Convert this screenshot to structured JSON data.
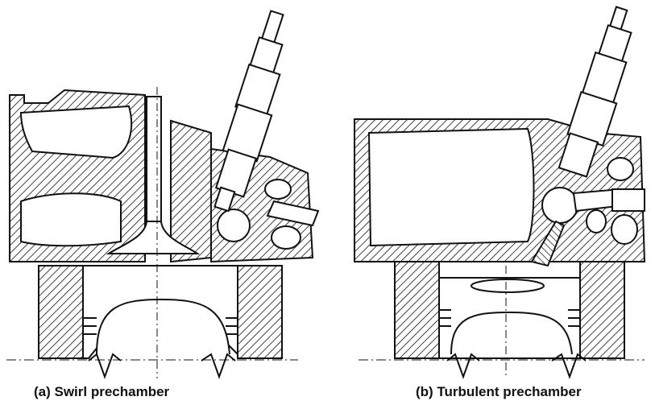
{
  "panels": [
    {
      "id": "a",
      "caption": "(a) Swirl prechamber"
    },
    {
      "id": "b",
      "caption": "(b) Turbulent prechamber"
    }
  ],
  "colors": {
    "ink": "#111111",
    "paper": "#ffffff"
  }
}
